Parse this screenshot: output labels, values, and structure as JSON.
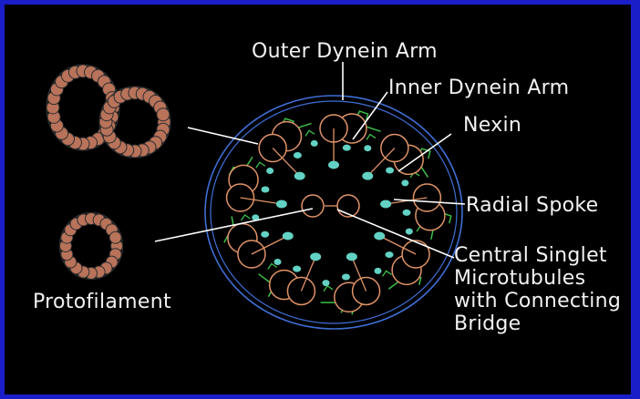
{
  "labels": {
    "outer_dynein_arm": "Outer Dynein Arm",
    "inner_dynein_arm": "Inner Dynein Arm",
    "nexin": "Nexin",
    "radial_spoke": "Radial Spoke",
    "central_singlet": [
      "Central Singlet",
      "Microtubules",
      "with Connecting",
      "Bridge"
    ],
    "protofilament": "Protofilament"
  },
  "colors": {
    "background": "#000000",
    "frame_border": "#1a1ec8",
    "membrane": "#3f6fd6",
    "microtubule": "#e09368",
    "nexin_link": "#3cbf4a",
    "spoke_head": "#63d2c4",
    "label_text": "#f2f2f2",
    "leader_line": "#ffffff",
    "protofilament_fill": "#b8735a"
  },
  "counts": {
    "outer_doublets": 9,
    "central_singlets": 2,
    "protofilaments_singlet": 13
  }
}
